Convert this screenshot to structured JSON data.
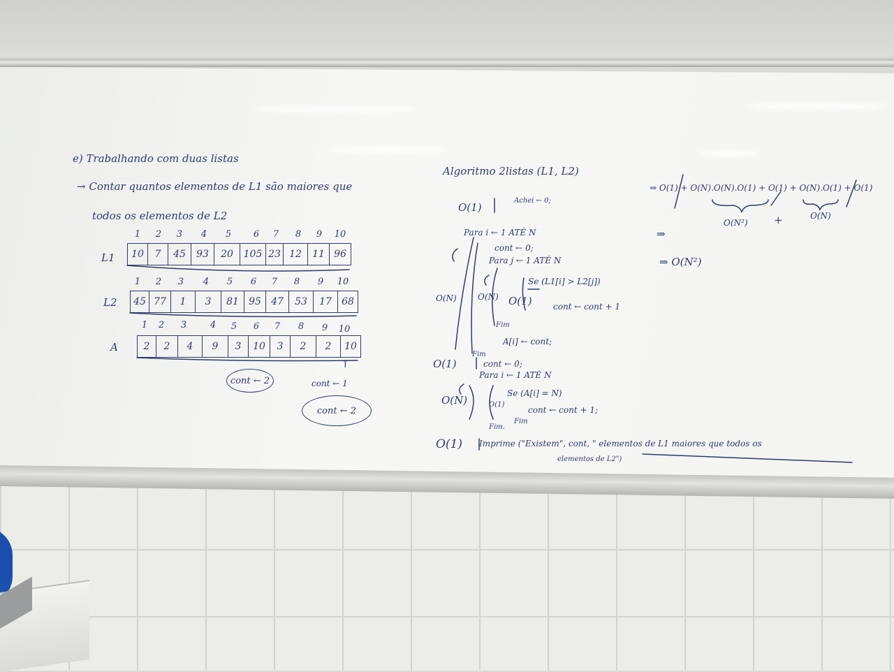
{
  "left": {
    "heading": "e) Trabalhando com duas listas",
    "line1": "→ Contar quantos elementos de L1 são maiores que",
    "line2": "todos os elementos de L2",
    "indices": [
      "1",
      "2",
      "3",
      "4",
      "5",
      "6",
      "7",
      "8",
      "9",
      "10"
    ],
    "l1_label": "L1",
    "l1_values": [
      "10",
      "7",
      "45",
      "93",
      "20",
      "105",
      "23",
      "12",
      "11",
      "96"
    ],
    "l2_label": "L2",
    "l2_values": [
      "45",
      "77",
      "1",
      "3",
      "81",
      "95",
      "47",
      "53",
      "17",
      "68"
    ],
    "a_label": "A",
    "a_values": [
      "2",
      "2",
      "4",
      "9",
      "3",
      "10",
      "3",
      "2",
      "2",
      "10"
    ],
    "arrow_mark": "↑",
    "cont_oval1": "cont ← 2",
    "cont_line": "cont ← 1",
    "cont_oval2": "cont ← 2"
  },
  "middle": {
    "title": "Algoritmo 2listas (L1, L2)",
    "o1": "O(1)",
    "achei": "Achei ← 0;",
    "para1": "Para i ← 1 ATÉ N",
    "cont0": "cont ← 0;",
    "para2": "Para j ← 1 ATÉ N",
    "se": "Se (L1[i] > L2[j])",
    "cont_inc": "cont ← cont + 1",
    "on_outer": "O(N)",
    "on_inner": "O(N)",
    "o1_inner": "O(1)",
    "fim1": "Fim",
    "aicont": "A[i] ← cont;",
    "fim2": "Fim",
    "o1_b": "O(1)",
    "cont0_b": "cont ← 0;",
    "para3": "Para i ← 1 ATÉ N",
    "se2": "Se (A[i] = N)",
    "cont_inc2": "cont ← cont + 1;",
    "on_b": "O(N)",
    "o1_c": "O(1)",
    "fim3": "Fim",
    "fim4": "Fim.",
    "o1_d": "O(1)",
    "imprime": "Imprime (\"Existem\", cont, \" elementos de L1 maiores que todos os",
    "imprime2": "elementos de L2\")"
  },
  "right": {
    "eq1": "⇒ O(1) + O(N).O(N).O(1) + O(1) + O(N).O(1) + O(1)",
    "sub1": "O(N²)",
    "plus": "+",
    "sub2": "O(N)",
    "eq2": "⇒",
    "eq3": "⇒ O(N²)"
  }
}
